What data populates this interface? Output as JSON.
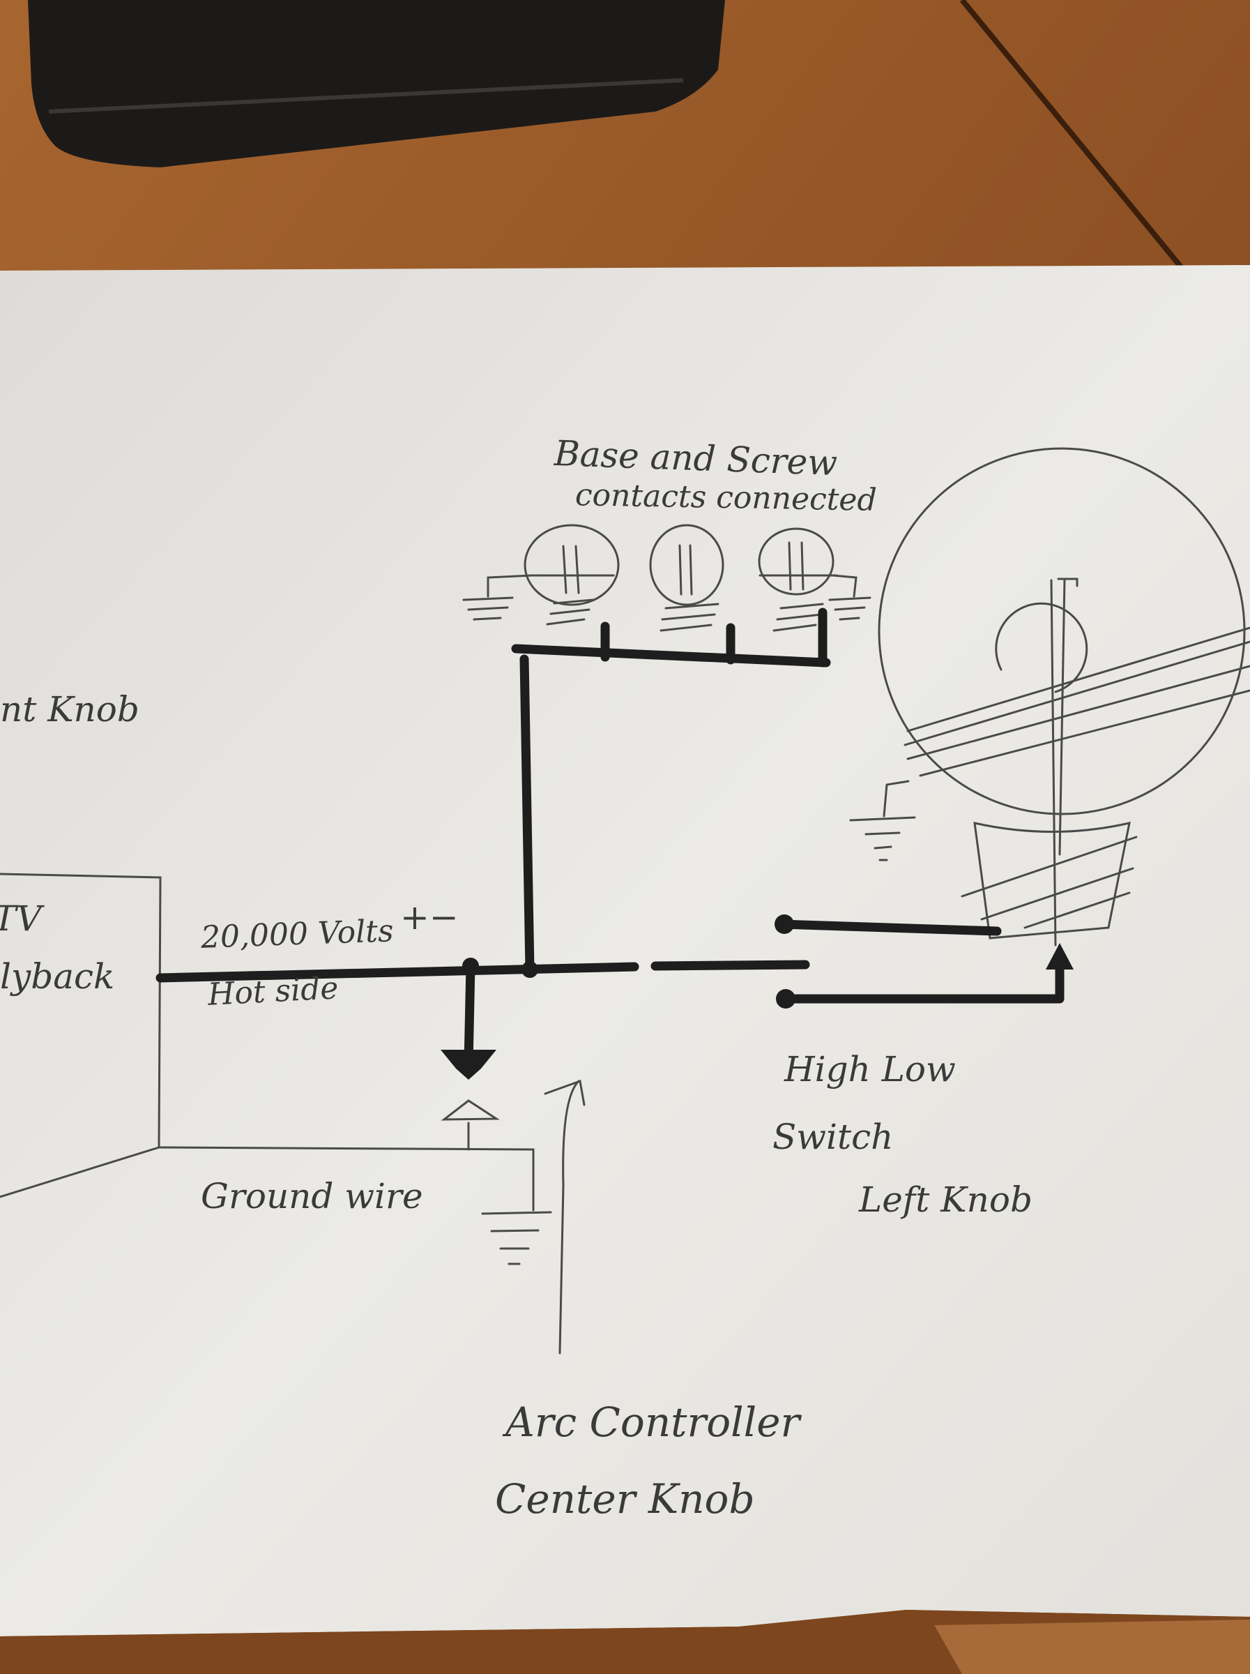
{
  "labels": {
    "contacts_line1": "Base and Screw",
    "contacts_line2": "contacts connected",
    "right_knob_fragment": "nt Knob",
    "tv_fragment": "TV",
    "flyback_fragment": "lyback",
    "voltage": "20,000 Volts",
    "polarity": "+−",
    "hot_side": "Hot side",
    "ground_wire": "Ground wire",
    "switch_line1": "High Low",
    "switch_line2": "Switch",
    "switch_line3": "Left Knob",
    "arc_line1": "Arc Controller",
    "arc_line2": "Center Knob"
  },
  "colors": {
    "table": "#9a5a2a",
    "paper": "#e8e7e3",
    "thick_wire": "#1e1e1e",
    "pencil": "#4a4a4a"
  }
}
